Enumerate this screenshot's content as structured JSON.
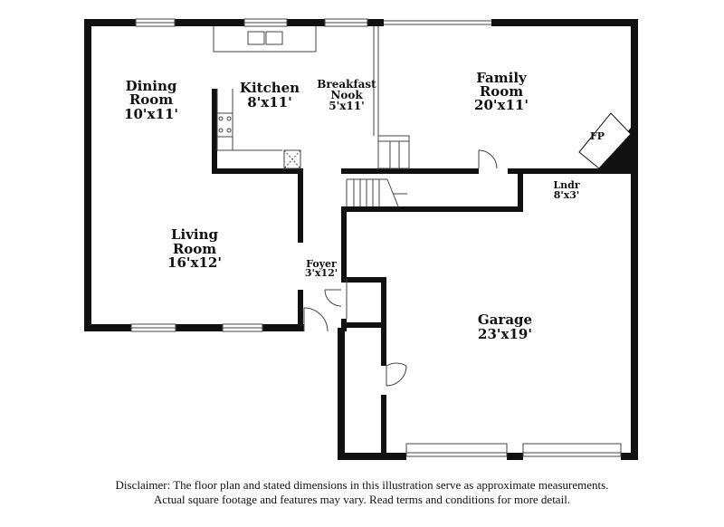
{
  "rooms": {
    "dining": {
      "name_l1": "Dining",
      "name_l2": "Room",
      "dims": "10'x11'"
    },
    "kitchen": {
      "name": "Kitchen",
      "dims": "8'x11'"
    },
    "breakfast": {
      "name_l1": "Breakfast",
      "name_l2": "Nook",
      "dims": "5'x11'"
    },
    "family": {
      "name_l1": "Family",
      "name_l2": "Room",
      "dims": "20'x11'"
    },
    "fireplace": {
      "name": "FP"
    },
    "laundry": {
      "name": "Lndr",
      "dims": "8'x3'"
    },
    "living": {
      "name_l1": "Living",
      "name_l2": "Room",
      "dims": "16'x12'"
    },
    "foyer": {
      "name": "Foyer",
      "dims": "3'x12'"
    },
    "garage": {
      "name": "Garage",
      "dims": "23'x19'"
    }
  },
  "disclaimer": {
    "line1": "Disclaimer: The floor plan and stated dimensions in this illustration serve as approximate measurements.",
    "line2": "Actual square footage and features may vary. Read terms and conditions for more detail."
  },
  "colors": {
    "wall": "#111111",
    "background": "#ffffff",
    "thin_line": "#444444"
  }
}
